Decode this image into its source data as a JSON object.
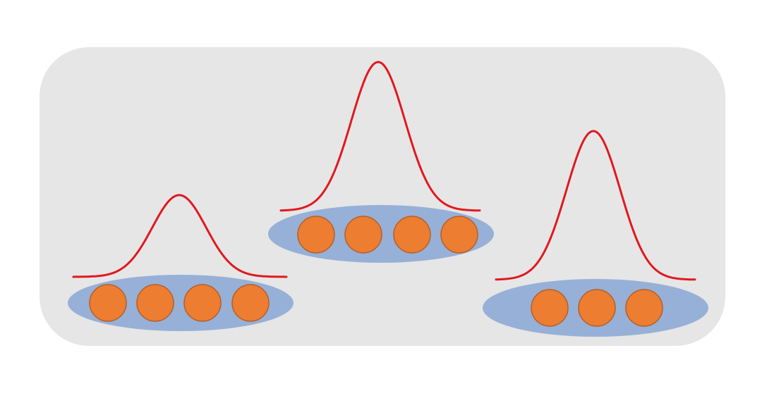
{
  "colors": {
    "page_background": "#ffffff",
    "panel_background": "#e6e6e6",
    "group_fill": "#97b0d7",
    "node_fill": "#ed7d31",
    "node_stroke": "#b45f28",
    "curve_stroke": "#e0191f"
  },
  "groups": [
    {
      "id": "left",
      "node_count": 4,
      "relative_peak": 0.55
    },
    {
      "id": "middle",
      "node_count": 4,
      "relative_peak": 1.0
    },
    {
      "id": "right",
      "node_count": 3,
      "relative_peak": 1.0
    }
  ]
}
